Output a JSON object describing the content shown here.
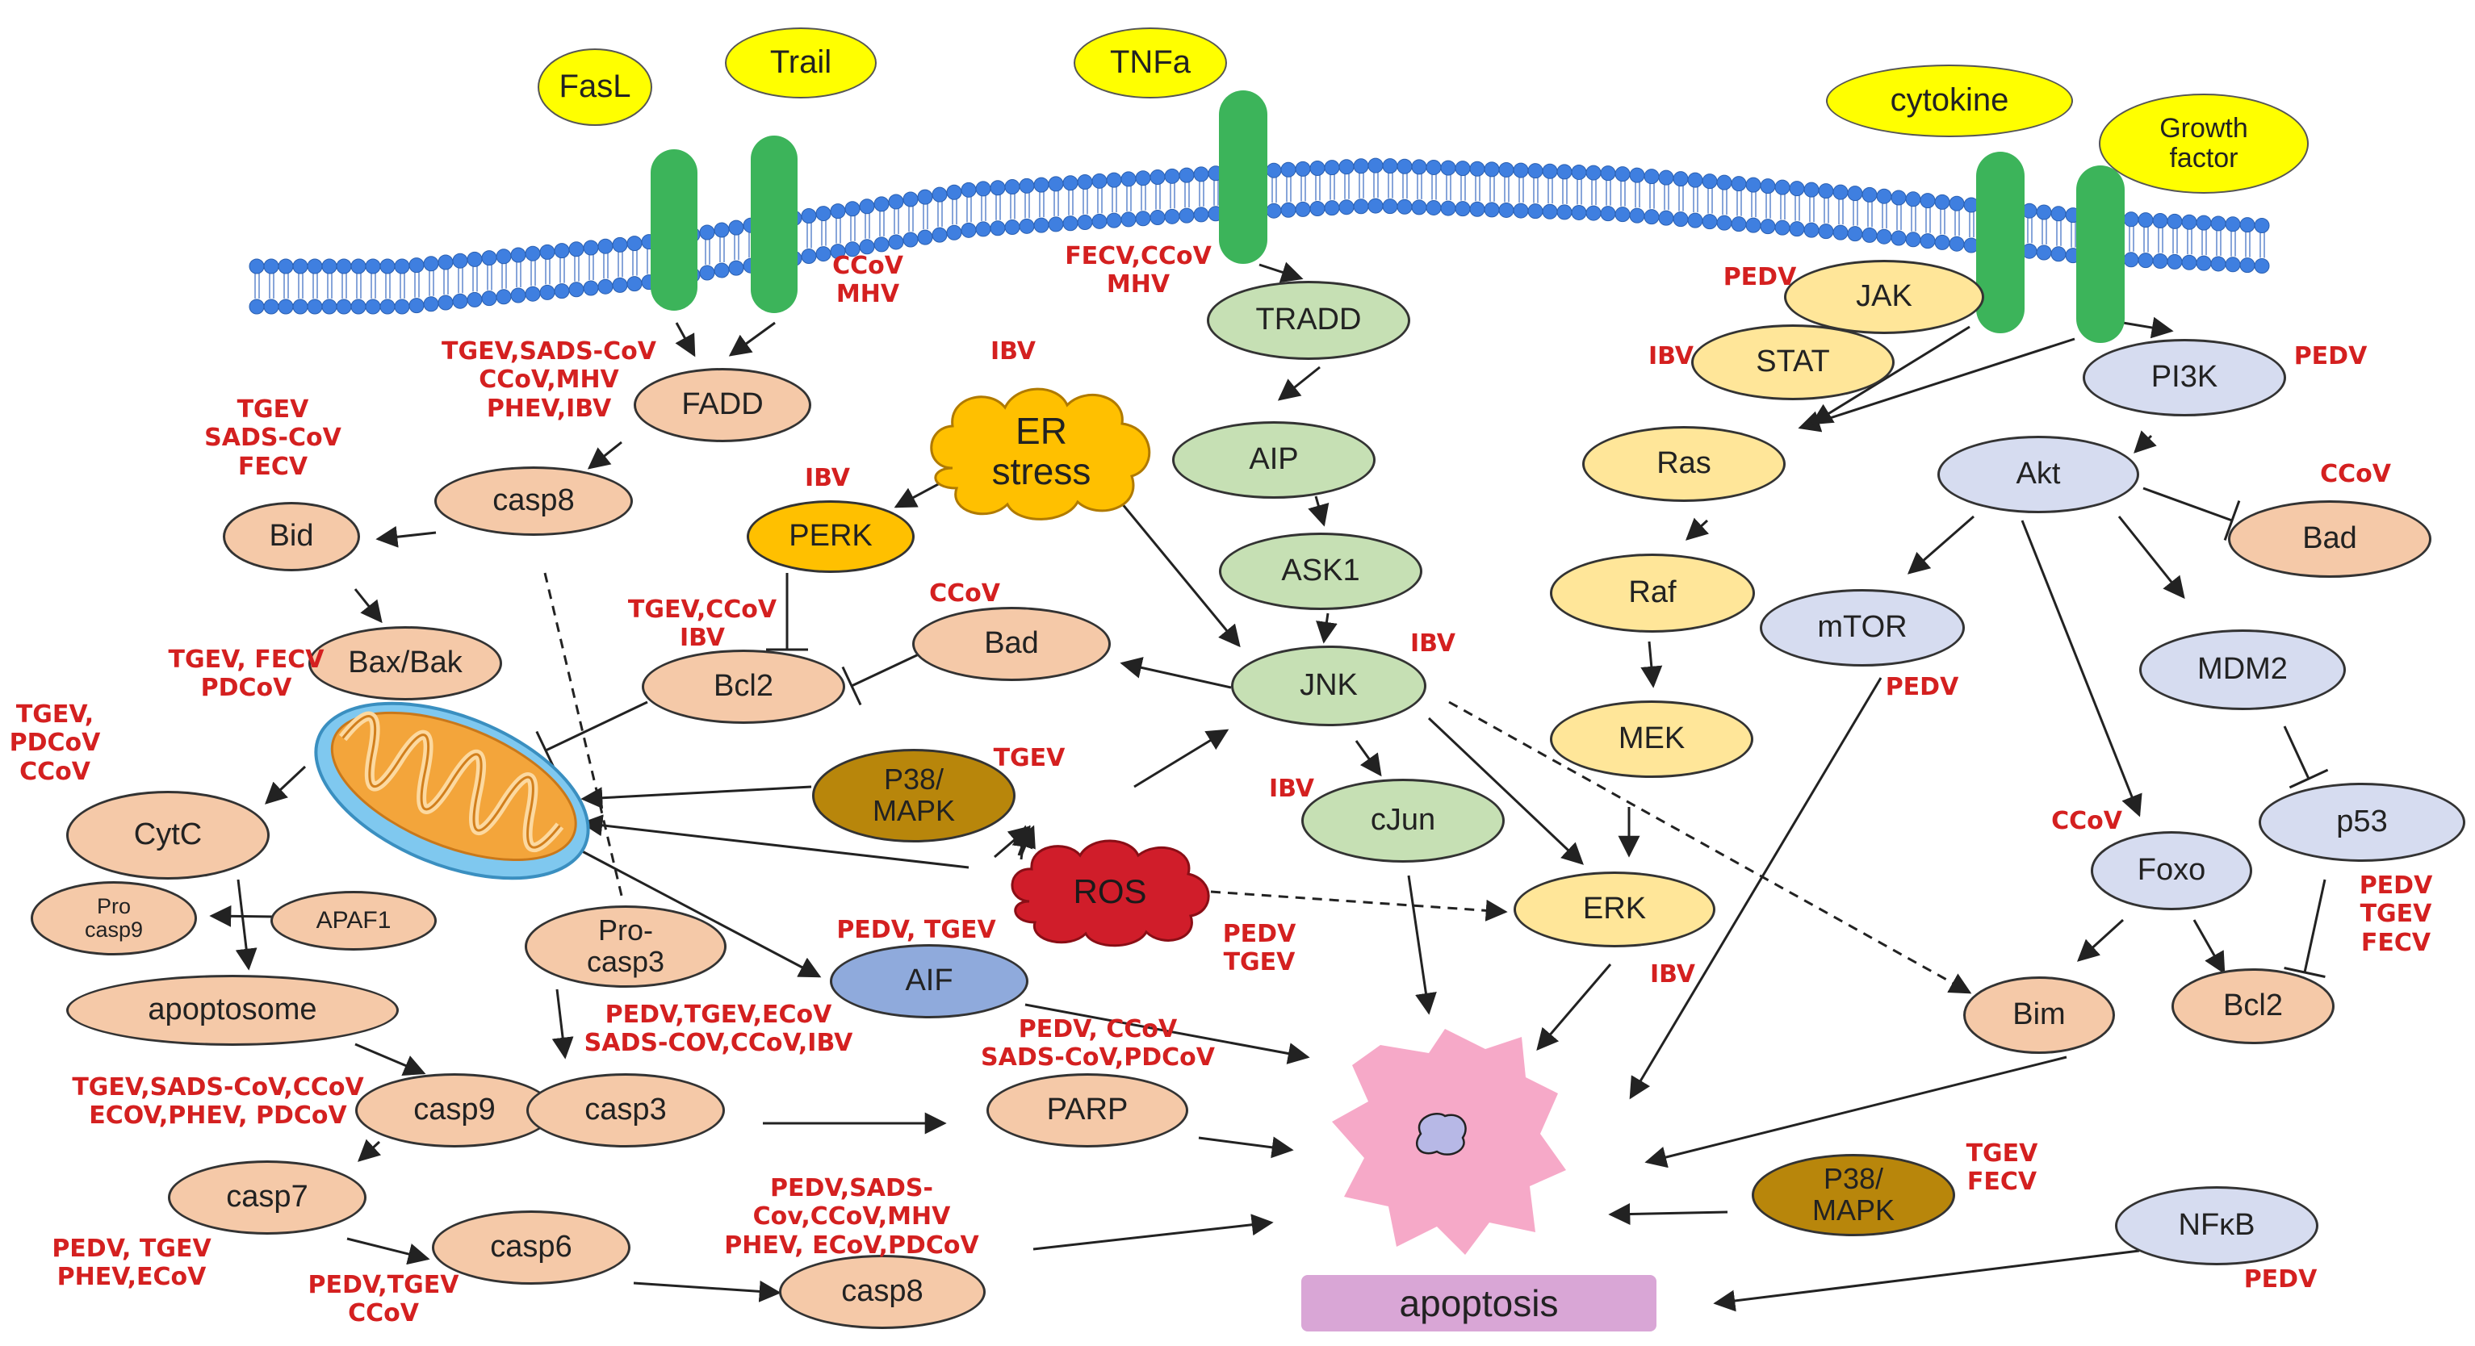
{
  "colors": {
    "ligand": "#ffff00",
    "salmon": "#f5c9a8",
    "green": "#c6e0b4",
    "yellow": "#ffe699",
    "blue": "#d6dcf0",
    "steel": "#8faadc",
    "olive": "#b8860b",
    "orange": "#ffc000",
    "ros": "#d01d2a",
    "receptor": "#3cb45a",
    "virus_text": "#d42020",
    "apoptosis_cell": "#f6a9c8",
    "apoptosis_box": "#d9a6d6"
  },
  "ligands": {
    "fasl": "FasL",
    "trail": "Trail",
    "tnfa": "TNFa",
    "cytokine": "cytokine",
    "growth_factor": "Growth\nfactor"
  },
  "nodes": {
    "fadd": "FADD",
    "casp8_top": "casp8",
    "bid": "Bid",
    "bax_bak": "Bax/Bak",
    "perk": "PERK",
    "er_stress": "ER\nstress",
    "bcl2_left": "Bcl2",
    "bad_mid": "Bad",
    "tradd": "TRADD",
    "aip": "AIP",
    "ask1": "ASK1",
    "jnk": "JNK",
    "cjun": "cJun",
    "p38_mid": "P38/\nMAPK",
    "ros": "ROS",
    "cytc": "CytC",
    "procasp9": "Pro\ncasp9",
    "apaf1": "APAF1",
    "apoptosome": "apoptosome",
    "procasp3": "Pro-\ncasp3",
    "aif": "AIF",
    "casp9": "casp9",
    "casp3": "casp3",
    "parp": "PARP",
    "casp7": "casp7",
    "casp6": "casp6",
    "casp8_bottom": "casp8",
    "jak": "JAK",
    "stat": "STAT",
    "ras": "Ras",
    "raf": "Raf",
    "mek": "MEK",
    "erk": "ERK",
    "pi3k": "PI3K",
    "akt": "Akt",
    "bad_right": "Bad",
    "mtor": "mTOR",
    "mdm2": "MDM2",
    "p53": "p53",
    "foxo": "Foxo",
    "bim": "Bim",
    "bcl2_right": "Bcl2",
    "p38_bottom": "P38/\nMAPK",
    "nfkb": "NFκB"
  },
  "virus_labels": {
    "trail_ccov": "CCoV\nMHV",
    "tnfa_fecv": "FECV,CCoV\nMHV",
    "fadd_list": "TGEV,SADS-CoV\nCCoV,MHV\nPHEV,IBV",
    "bid_list": "TGEV\nSADS-CoV\nFECV",
    "er_ibv": "IBV",
    "perk_ibv": "IBV",
    "bad_mid_ccov": "CCoV",
    "bcl2_left_list": "TGEV,CCoV\nIBV",
    "baxbak_list": "TGEV, FECV\nPDCoV",
    "cytc_list": "TGEV,\nPDCoV\nCCoV",
    "jnk_ibv": "IBV",
    "p38_tgev": "TGEV",
    "cjun_ibv": "IBV",
    "ros_list": "PEDV\nTGEV",
    "erk_ibv": "IBV",
    "aif_list": "PEDV, TGEV",
    "casp3_list": "PEDV,TGEV,ECoV\nSADS-COV,CCoV,IBV",
    "parp_list": "PEDV, CCoV\nSADS-CoV,PDCoV",
    "casp9_list": "TGEV,SADS-CoV,CCoV\nECOV,PHEV, PDCoV",
    "casp7_list": "PEDV, TGEV\nPHEV,ECoV",
    "casp6_list": "PEDV,TGEV\nCCoV",
    "casp8b_list": "PEDV,SADS-Cov,CCoV,MHV\nPHEV, ECoV,PDCoV",
    "jak_pedv": "PEDV",
    "stat_ibv": "IBV",
    "pi3k_pedv": "PEDV",
    "bad_right_ccov": "CCoV",
    "mtor_pedv": "PEDV",
    "foxo_ccov": "CCoV",
    "p53_list": "PEDV\nTGEV\nFECV",
    "p38b_list": "TGEV\nFECV",
    "nfkb_pedv": "PEDV"
  },
  "outcome": {
    "apoptosis": "apoptosis"
  }
}
